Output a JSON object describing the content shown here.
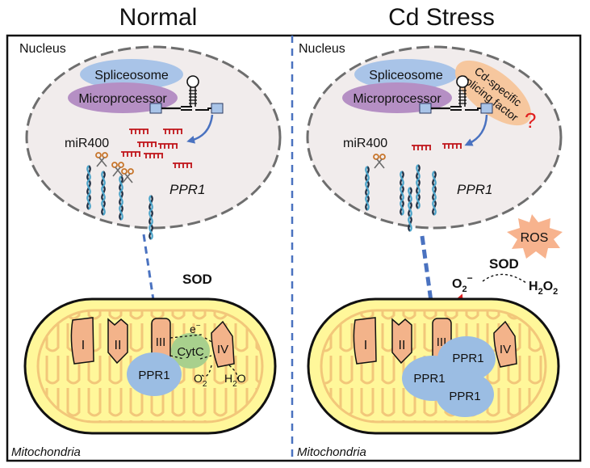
{
  "panels": {
    "left": {
      "title": "Normal",
      "nucleus_label": "Nucleus",
      "spliceosome": "Spliceosome",
      "microprocessor": "Microprocessor",
      "mir_label": "miR400",
      "gene_label": "PPR1",
      "sod_label": "SOD",
      "mito_label": "Mitochondria",
      "complexes": [
        "I",
        "II",
        "III",
        "IV"
      ],
      "cytc": "CytC",
      "electron": "e",
      "electron_sup": "−",
      "o2": "O",
      "o2_sub": "2",
      "h2o_h": "H",
      "h2o_sub": "2",
      "h2o_o": "O",
      "ppr1": [
        "PPR1"
      ]
    },
    "right": {
      "title": "Cd Stress",
      "nucleus_label": "Nucleus",
      "spliceosome": "Spliceosome",
      "microprocessor": "Microprocessor",
      "factor_line1": "Cd-specific",
      "factor_line2": "splicing factor",
      "question": "?",
      "mir_label": "miR400",
      "gene_label": "PPR1",
      "ros_label": "ROS",
      "sod_label": "SOD",
      "o2": "O",
      "o2_sub": "2",
      "o2_sup": "−",
      "h2o2_h": "H",
      "h2o2_sub1": "2",
      "h2o2_o": "O",
      "h2o2_sub2": "2",
      "mito_label": "Mitochondria",
      "complexes": [
        "I",
        "II",
        "III",
        "IV"
      ],
      "ppr1": [
        "PPR1",
        "PPR1",
        "PPR1"
      ]
    }
  },
  "colors": {
    "nucleus_fill": "#f1ecec",
    "spliceosome": "#a9c4e8",
    "microprocessor": "#b58fc4",
    "factor": "#f6c79e",
    "mirna": "#c0141a",
    "question": "#e02020",
    "arrow_blue": "#4a72c0",
    "mito_outer": "#fff79a",
    "mito_cristae": "#f7d58c",
    "complex": "#f3b38a",
    "ppr1": "#9bbde3",
    "cytc": "#a8d08d",
    "ros": "#f7b38e",
    "divider": "#4a72c0"
  }
}
